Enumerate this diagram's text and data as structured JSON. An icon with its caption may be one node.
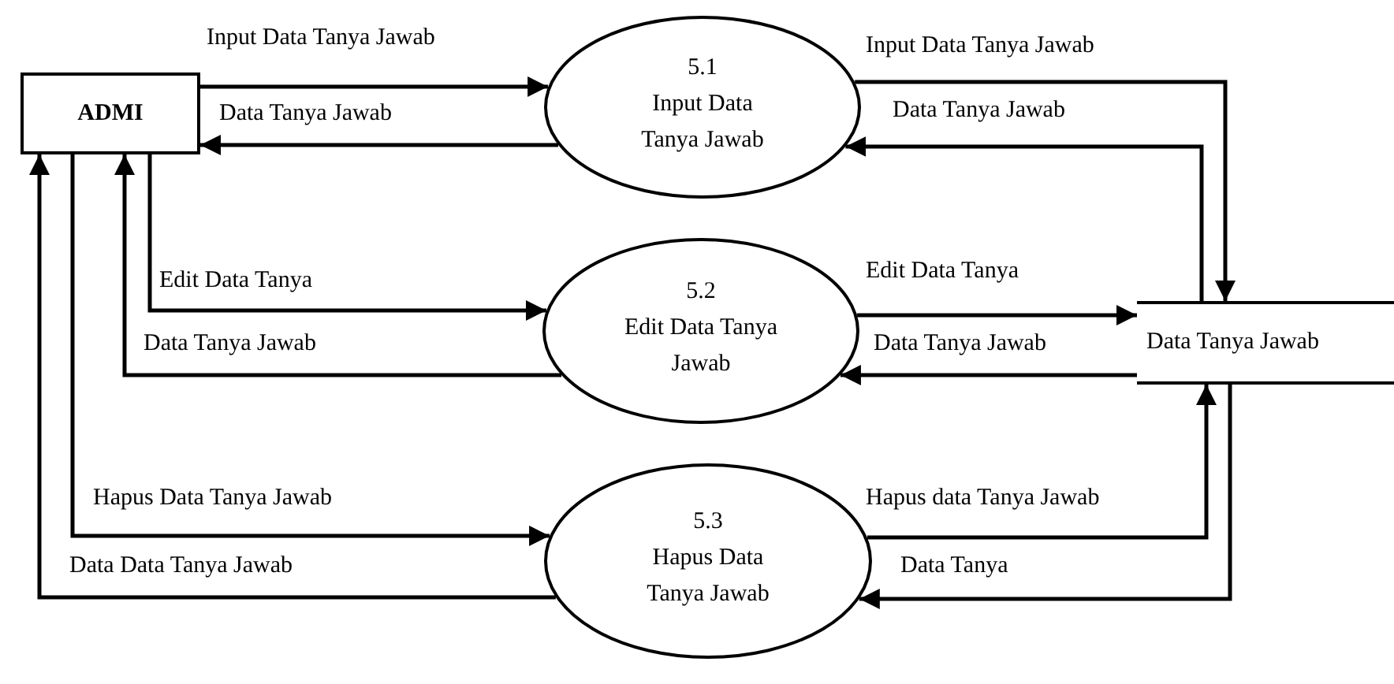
{
  "diagram": {
    "nodes": [
      {
        "text": [
          "ADMI"
        ]
      },
      {
        "text": [
          "5.1",
          "Input Data Tanya Jawab"
        ]
      },
      {
        "text": [
          "5.2",
          "Edit Data Tanya Jawab"
        ]
      },
      {
        "text": [
          "5.3",
          "Hapus Data Tanya Jawab"
        ]
      },
      {
        "text": [
          "Data Tanya Jawab"
        ]
      }
    ],
    "edges": [
      {
        "from": 0,
        "to": 1,
        "arrow": "to",
        "label": "Input Data Tanya Jawab"
      },
      {
        "from": 1,
        "to": 0,
        "arrow": "to",
        "label": "Data Tanya Jawab"
      },
      {
        "from": 0,
        "to": 2,
        "arrow": "to",
        "label": "Edit Data Tanya"
      },
      {
        "from": 2,
        "to": 0,
        "arrow": "to",
        "label": "Data Tanya Jawab"
      },
      {
        "from": 0,
        "to": 3,
        "arrow": "to",
        "label": "Hapus Data Tanya Jawab"
      },
      {
        "from": 3,
        "to": 0,
        "arrow": "to",
        "label": "Data Data Tanya Jawab"
      },
      {
        "from": 1,
        "to": 4,
        "arrow": "to",
        "label": "Input Data Tanya Jawab"
      },
      {
        "from": 4,
        "to": 1,
        "arrow": "to",
        "label": "Data Tanya Jawab"
      },
      {
        "from": 2,
        "to": 4,
        "arrow": "to",
        "label": "Edit Data Tanya"
      },
      {
        "from": 4,
        "to": 2,
        "arrow": "to",
        "label": "Data Tanya Jawab"
      },
      {
        "from": 3,
        "to": 4,
        "arrow": "to",
        "label": "Hapus data Tanya Jawab"
      },
      {
        "from": 4,
        "to": 3,
        "arrow": "to",
        "label": "Data Tanya"
      }
    ]
  }
}
